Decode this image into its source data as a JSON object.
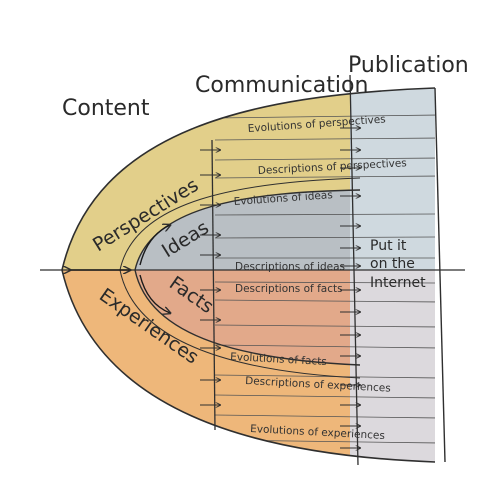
{
  "headings": {
    "content": "Content",
    "communication": "Communication",
    "publication": "Publication"
  },
  "regions": {
    "perspectives": "Perspectives",
    "ideas": "Ideas",
    "facts": "Facts",
    "experiences": "Experiences"
  },
  "bands": [
    {
      "label": "Evolutions of perspectives"
    },
    {
      "label": "Descriptions of perspectives"
    },
    {
      "label": "Evolutions of ideas"
    },
    {
      "label": "Descriptions of ideas"
    },
    {
      "label": "Descriptions of facts"
    },
    {
      "label": "Evolutions of facts"
    },
    {
      "label": "Descriptions of experiences"
    },
    {
      "label": "Evolutions of experiences"
    }
  ],
  "publication_label": "Put it on the Internet",
  "colors": {
    "perspectives": "#e2cf8a",
    "ideas": "#b9bfc4",
    "facts": "#e2a98a",
    "experiences": "#eeb77a",
    "publication_top": "#cfd9df",
    "publication_bottom": "#dcd9dd",
    "lines": "#2f2f2f"
  }
}
